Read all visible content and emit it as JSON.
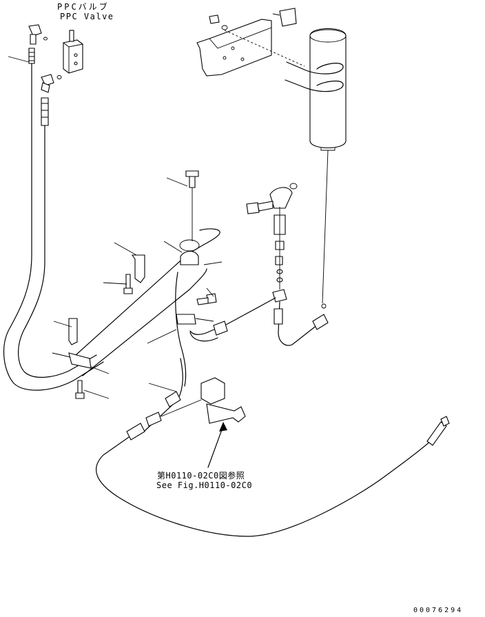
{
  "diagram": {
    "title_jp": "PPCバルブ",
    "title_en": "PPC Valve",
    "reference_jp": "第H0110-02C0図参照",
    "reference_en": "See Fig.H0110-02C0",
    "drawing_number": "00076294"
  },
  "colors": {
    "line": "#000000",
    "background": "#ffffff"
  }
}
